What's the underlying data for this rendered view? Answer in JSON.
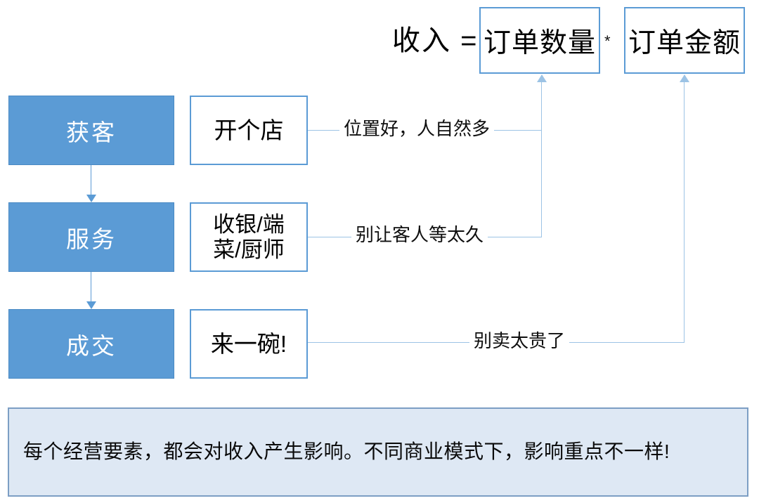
{
  "diagram": {
    "formula": {
      "lhs_label": "收入  =",
      "multiply_symbol": "*",
      "boxes": [
        {
          "id": "qty",
          "label": "订单数量"
        },
        {
          "id": "amt",
          "label": "订单金额"
        }
      ]
    },
    "stages": [
      {
        "id": "acquire",
        "label": "获客",
        "detail": "开个店",
        "connector_label": "位置好，人自然多"
      },
      {
        "id": "service",
        "label": "服务",
        "detail": "收银/端\n菜/厨师",
        "connector_label": "别让客人等太久"
      },
      {
        "id": "deal",
        "label": "成交",
        "detail": "来一碗！",
        "connector_label": "别卖太贵了"
      }
    ],
    "stage_details": {
      "shop": "开个店",
      "staff_line1": "收银/端",
      "staff_line2": "菜/厨师",
      "serving": "来一碗!"
    },
    "connector_labels": {
      "one": "位置好，人自然多",
      "two": "别让客人等太久",
      "three": "别卖太贵了"
    },
    "callout": {
      "text": "每个经营要素，都会对收入产生影响。不同商业模式下，影响重点不一样!"
    },
    "colors": {
      "stage_fill": "#5B9BD5",
      "stage_text": "#FFFFFF",
      "box_border": "#5B9BD5",
      "connector_light": "#9CC3E5",
      "callout_fill": "#DEE8F4",
      "callout_border": "#7C9EC4",
      "text": "#000000"
    }
  }
}
